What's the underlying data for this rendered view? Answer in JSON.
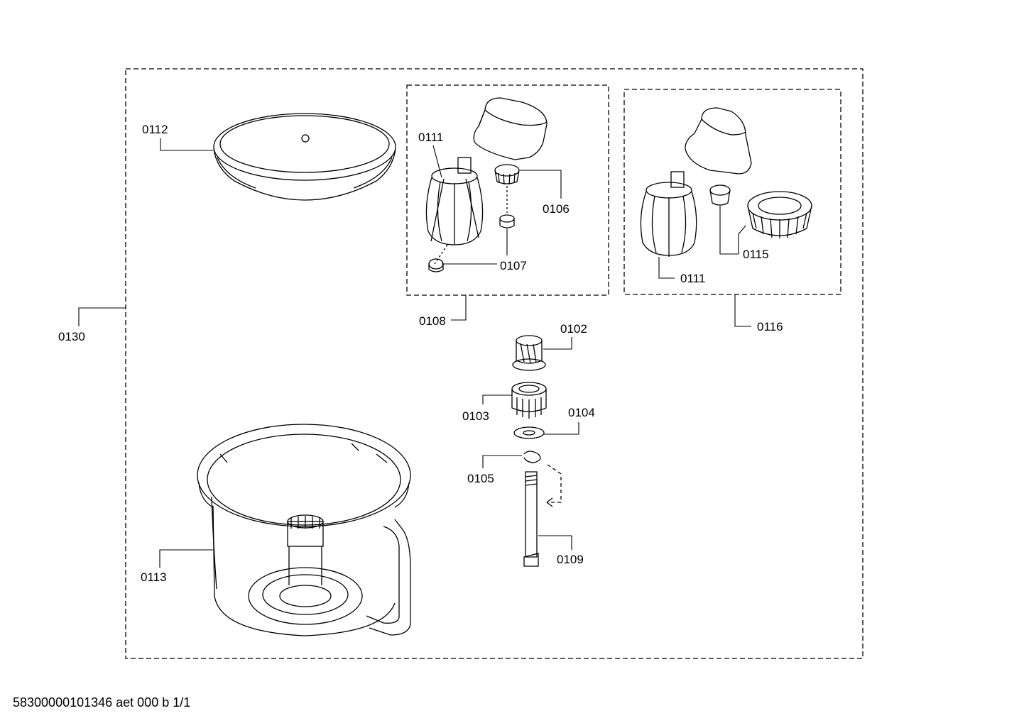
{
  "parts": {
    "p0130": "0130",
    "p0112": "0112",
    "p0113": "0113",
    "p0111a": "0111",
    "p0106": "0106",
    "p0107": "0107",
    "p0108": "0108",
    "p0111b": "0111",
    "p0115": "0115",
    "p0116": "0116",
    "p0102": "0102",
    "p0103": "0103",
    "p0104": "0104",
    "p0105": "0105",
    "p0109": "0109"
  },
  "footer": "58300000101346 aet 000 b 1/1"
}
